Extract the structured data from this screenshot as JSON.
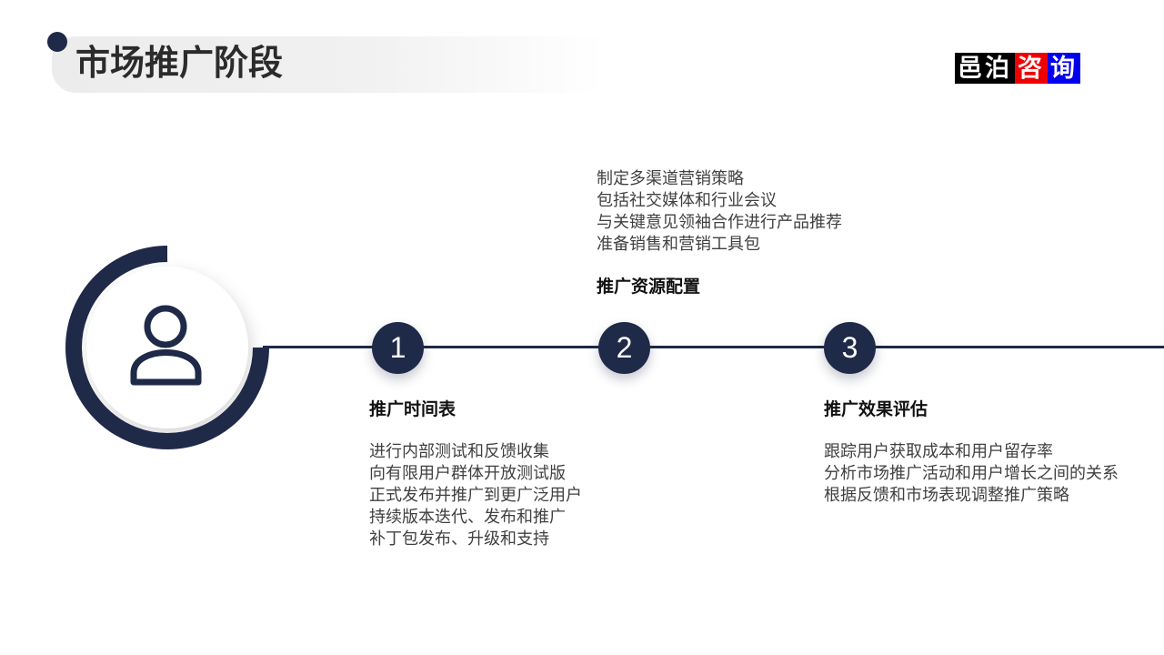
{
  "header": {
    "title": "市场推广阶段",
    "logo": {
      "black_text": "邑泊",
      "red_text": "咨",
      "blue_text": "询"
    }
  },
  "colors": {
    "navy": "#1f2948",
    "logo_black_bg": "#000000",
    "logo_red_bg": "#ee0000",
    "logo_blue_bg": "#0000ee",
    "title_bar_gray": "#ececec"
  },
  "graphic": {
    "icon": "person-icon"
  },
  "timeline": {
    "stages": [
      {
        "number": "1",
        "heading": "推广时间表",
        "details": [
          "进行内部测试和反馈收集",
          "向有限用户群体开放测试版",
          "正式发布并推广到更广泛用户",
          "持续版本迭代、发布和推广",
          "补丁包发布、升级和支持"
        ]
      },
      {
        "number": "2",
        "heading": "推广资源配置",
        "details": [
          "制定多渠道营销策略",
          "包括社交媒体和行业会议",
          "与关键意见领袖合作进行产品推荐",
          "准备销售和营销工具包"
        ]
      },
      {
        "number": "3",
        "heading": "推广效果评估",
        "details": [
          "跟踪用户获取成本和用户留存率",
          "分析市场推广活动和用户增长之间的关系",
          "根据反馈和市场表现调整推广策略"
        ]
      }
    ]
  }
}
